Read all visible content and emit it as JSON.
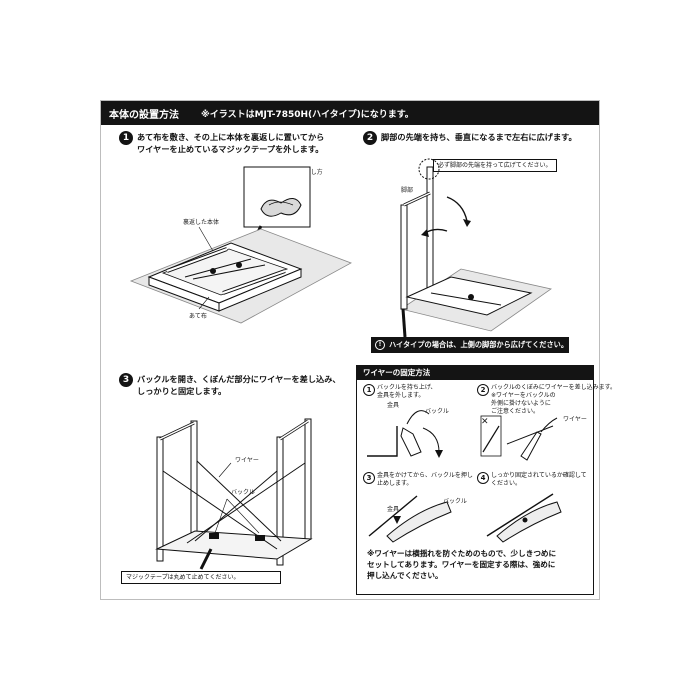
{
  "header": {
    "title": "本体の設置方法",
    "note": "※イラストはMJT-7850H(ハイタイプ)になります。"
  },
  "step1": {
    "number": "1",
    "lines": [
      "あて布を敷き、その上に本体を裏返しに置いてから",
      "ワイヤーを止めているマジックテープを外します。"
    ],
    "callout": "マジックテープの外し方",
    "label_body": "裏返した本体",
    "label_cloth": "あて布"
  },
  "step2": {
    "number": "2",
    "lines": [
      "脚部の先端を持ち、垂直になるまで左右に広げます。"
    ],
    "callout": "必ず脚部の先端を持って広げてください。",
    "label_leg": "脚部",
    "warning": "ハイタイプの場合は、上側の脚部から広げてください。"
  },
  "step3": {
    "number": "3",
    "lines": [
      "バックルを開き、くぼんだ部分にワイヤーを差し込み、",
      "しっかりと固定します。"
    ],
    "label_wire": "ワイヤー",
    "label_buckle": "バックル",
    "callout": "マジックテープは丸めて止めてください。"
  },
  "wire_fix": {
    "title": "ワイヤーの固定方法",
    "sub1": {
      "number": "1",
      "lines": [
        "バックルを持ち上げ、",
        "金具を外します。"
      ],
      "label_metal": "金具",
      "label_buckle": "バックル"
    },
    "sub2": {
      "number": "2",
      "lines": [
        "バックルのくぼみにワイヤーを差し込みます。",
        "※ワイヤーをバックルの",
        "外側に掛けないように",
        "ご注意ください。"
      ],
      "label_wire": "ワイヤー",
      "mark": "✕"
    },
    "sub3": {
      "number": "3",
      "lines": [
        "金具をかけてから、バックルを押し",
        "止めします。"
      ],
      "label_metal": "金具",
      "label_buckle": "バックル"
    },
    "sub4": {
      "number": "4",
      "lines": [
        "しっかり固定されているか確認して",
        "ください。"
      ]
    },
    "footnote": [
      "※ワイヤーは横揺れを防ぐためのもので、少しきつめに",
      "セットしてあります。ワイヤーを固定する際は、強めに",
      "押し込んでください。"
    ]
  }
}
